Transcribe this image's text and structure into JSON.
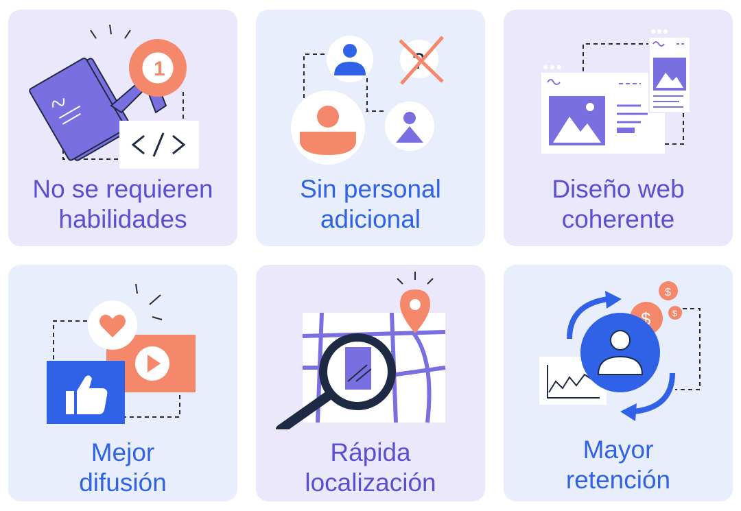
{
  "colors": {
    "purple_text": "#5b4fd1",
    "blue_text": "#2f62e6",
    "coral": "#f5876a",
    "violet": "#7a6fe0",
    "blue": "#2f62e6",
    "navy": "#1e2a44"
  },
  "cards": [
    {
      "line1": "No se requieren",
      "line2": "habilidades",
      "icon": "certificate-code-icon"
    },
    {
      "line1": "Sin personal",
      "line2": "adicional",
      "icon": "people-network-icon"
    },
    {
      "line1": "Diseño web",
      "line2": "coherente",
      "icon": "web-layout-icon"
    },
    {
      "line1": "Mejor",
      "line2": "difusión",
      "icon": "social-media-icon"
    },
    {
      "line1": "Rápida",
      "line2": "localización",
      "icon": "map-search-icon"
    },
    {
      "line1": "Mayor",
      "line2": "retención",
      "icon": "user-retention-icon"
    }
  ]
}
